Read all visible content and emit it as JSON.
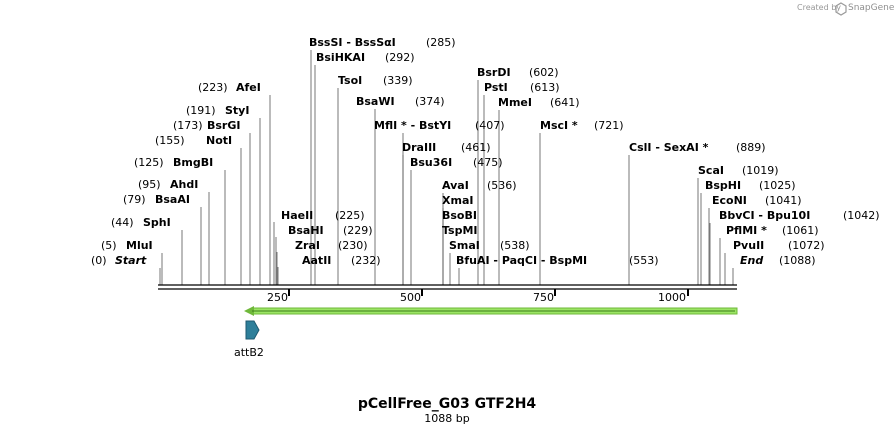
{
  "credit": {
    "created_by": "Created by",
    "brand": "SnapGene"
  },
  "title": "pCellFree_G03 GTF2H4",
  "subtitle": "1088 bp",
  "map": {
    "length": 1088,
    "ticks": [
      "250",
      "500",
      "750",
      "1000"
    ]
  },
  "feature": {
    "label": "attB2",
    "color": "#2e7f9a"
  },
  "orf": {
    "color": "#8ee05c",
    "direction": "leftward"
  },
  "sites": [
    {
      "name": "Start",
      "pos": "(0)",
      "italic": true,
      "bp": 0
    },
    {
      "name": "MluI",
      "pos": "(5)",
      "bp": 5
    },
    {
      "name": "SphI",
      "pos": "(44)",
      "bp": 44
    },
    {
      "name": "BsaAI",
      "pos": "(79)",
      "bp": 79
    },
    {
      "name": "AhdI",
      "pos": "(95)",
      "bp": 95
    },
    {
      "name": "BmgBI",
      "pos": "(125)",
      "bp": 125
    },
    {
      "name": "NotI",
      "pos": "(155)",
      "bp": 155
    },
    {
      "name": "BsrGI",
      "pos": "(173)",
      "bp": 173
    },
    {
      "name": "StyI",
      "pos": "(191)",
      "bp": 191
    },
    {
      "name": "AfeI",
      "pos": "(223)",
      "bp": 223
    },
    {
      "name": "HaeII",
      "pos": "(225)",
      "bp": 225
    },
    {
      "name": "BsaHI",
      "pos": "(229)",
      "bp": 229
    },
    {
      "name": "ZraI",
      "pos": "(230)",
      "bp": 230
    },
    {
      "name": "AatII",
      "pos": "(232)",
      "bp": 232
    },
    {
      "name": "BssSI - BssSαI",
      "pos": "(285)",
      "bp": 285
    },
    {
      "name": "BsiHKAI",
      "pos": "(292)",
      "bp": 292
    },
    {
      "name": "TsoI",
      "pos": "(339)",
      "bp": 339
    },
    {
      "name": "BsaWI",
      "pos": "(374)",
      "bp": 374
    },
    {
      "name": "MflI * - BstYI",
      "pos": "(407)",
      "bp": 407
    },
    {
      "name": "DraIII",
      "pos": "(461)",
      "bp": 461
    },
    {
      "name": "Bsu36I",
      "pos": "(475)",
      "bp": 475
    },
    {
      "name": "AvaI",
      "pos": "(536)",
      "bp": 536
    },
    {
      "name": "XmaI",
      "pos": "",
      "bp": 536
    },
    {
      "name": "BsoBI",
      "pos": "",
      "bp": 536
    },
    {
      "name": "TspMI",
      "pos": "",
      "bp": 536
    },
    {
      "name": "SmaI",
      "pos": "(538)",
      "bp": 538
    },
    {
      "name": "BfuAI - PaqCI - BspMI",
      "pos": "(553)",
      "bp": 553
    },
    {
      "name": "BsrDI",
      "pos": "(602)",
      "bp": 602
    },
    {
      "name": "PstI",
      "pos": "(613)",
      "bp": 613
    },
    {
      "name": "MmeI",
      "pos": "(641)",
      "bp": 641
    },
    {
      "name": "MscI *",
      "pos": "(721)",
      "bp": 721
    },
    {
      "name": "CslI - SexAI *",
      "pos": "(889)",
      "bp": 889
    },
    {
      "name": "ScaI",
      "pos": "(1019)",
      "bp": 1019
    },
    {
      "name": "BspHI",
      "pos": "(1025)",
      "bp": 1025
    },
    {
      "name": "EcoNI",
      "pos": "(1041)",
      "bp": 1041
    },
    {
      "name": "BbvCI - Bpu10I",
      "pos": "(1042)",
      "bp": 1042
    },
    {
      "name": "PflMI *",
      "pos": "(1061)",
      "bp": 1061
    },
    {
      "name": "PvuII",
      "pos": "(1072)",
      "bp": 1072
    },
    {
      "name": "End",
      "pos": "(1088)",
      "italic": true,
      "bp": 1088
    }
  ]
}
